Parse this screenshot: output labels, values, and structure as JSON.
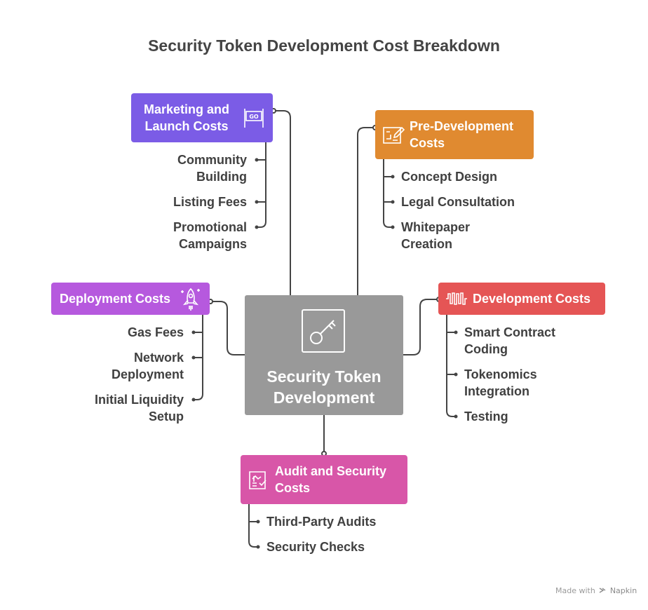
{
  "title": "Security Token Development Cost Breakdown",
  "center": {
    "line1": "Security Token",
    "line2": "Development",
    "icon": "key-icon"
  },
  "branches": {
    "marketing": {
      "title_line1": "Marketing and",
      "title_line2": "Launch Costs",
      "icon": "go-flag-icon",
      "color": "#7b5ce6",
      "items": [
        {
          "line1": "Community",
          "line2": "Building"
        },
        {
          "line1": "Listing Fees"
        },
        {
          "line1": "Promotional",
          "line2": "Campaigns"
        }
      ]
    },
    "pre_development": {
      "title_line1": "Pre-Development",
      "title_line2": "Costs",
      "icon": "blueprint-pencil-icon",
      "color": "#e08a30",
      "items": [
        {
          "line1": "Concept Design"
        },
        {
          "line1": "Legal Consultation"
        },
        {
          "line1": "Whitepaper",
          "line2": "Creation"
        }
      ]
    },
    "deployment": {
      "title": "Deployment Costs",
      "icon": "rocket-icon",
      "color": "#b659de",
      "items": [
        {
          "line1": "Gas Fees"
        },
        {
          "line1": "Network",
          "line2": "Deployment"
        },
        {
          "line1": "Initial Liquidity",
          "line2": "Setup"
        }
      ]
    },
    "development": {
      "title": "Development Costs",
      "icon": "waveform-icon",
      "color": "#e55555",
      "items": [
        {
          "line1": "Smart Contract",
          "line2": "Coding"
        },
        {
          "line1": "Tokenomics",
          "line2": "Integration"
        },
        {
          "line1": "Testing"
        }
      ]
    },
    "audit": {
      "title_line1": "Audit and Security",
      "title_line2": "Costs",
      "icon": "checklist-document-icon",
      "color": "#d856a8",
      "items": [
        {
          "line1": "Third-Party Audits"
        },
        {
          "line1": "Security Checks"
        }
      ]
    }
  },
  "footer": {
    "made_with": "Made with",
    "brand": "Napkin"
  }
}
